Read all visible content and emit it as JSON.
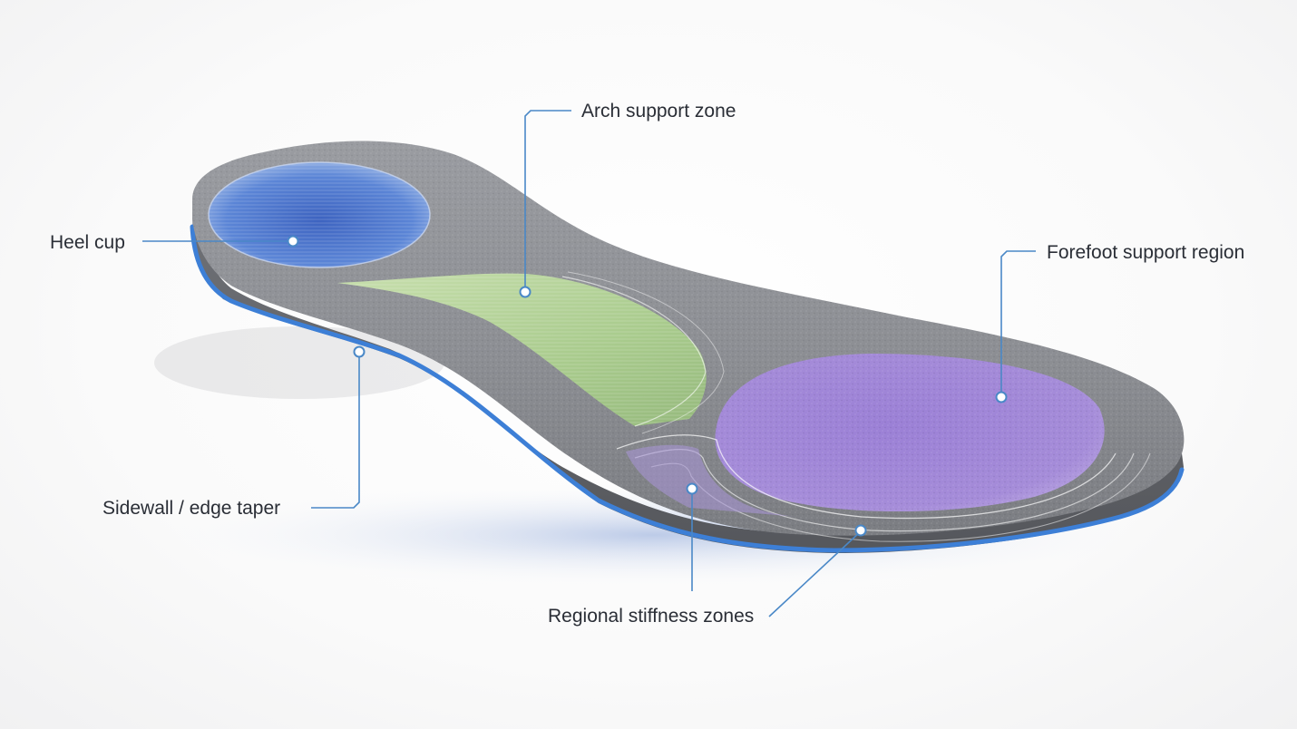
{
  "diagram": {
    "subject": "Orthotic insole",
    "callouts": {
      "heel_cup": "Heel cup",
      "arch_support": "Arch support zone",
      "forefoot_support": "Forefoot support region",
      "sidewall": "Sidewall / edge taper",
      "stiffness_zones": "Regional stiffness zones"
    }
  },
  "colors": {
    "foam": "#8d8f94",
    "heel_zone": "#4a73c9",
    "arch_zone": "#a7c98c",
    "forefoot_zone": "#9a7fd3",
    "base_layer": "#3d7fd6",
    "leader_line": "#4a88c7"
  }
}
